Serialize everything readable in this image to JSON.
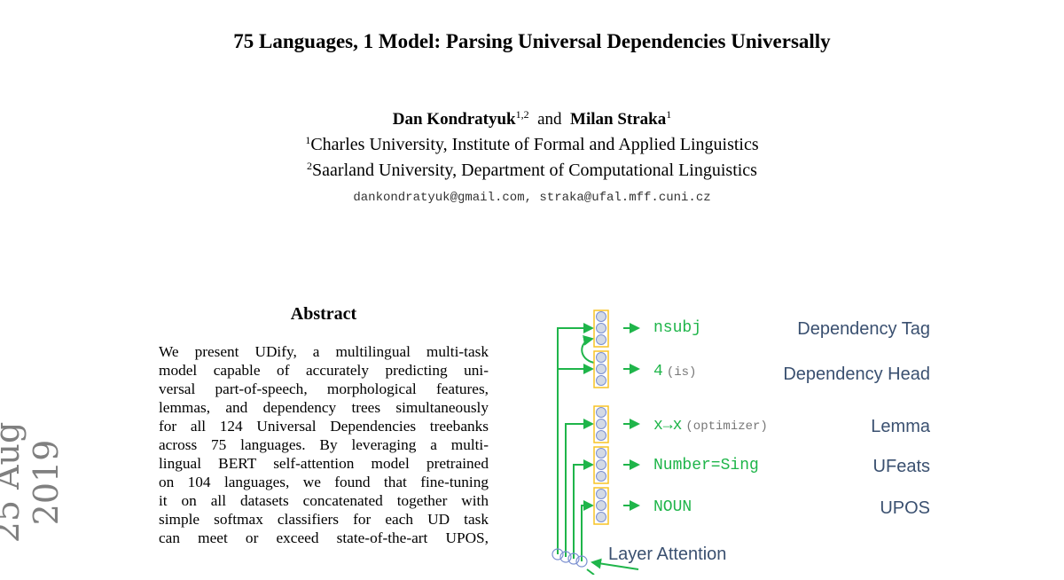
{
  "paper": {
    "title": "75 Languages, 1 Model: Parsing Universal Dependencies Universally",
    "authors": [
      {
        "name": "Dan Kondratyuk",
        "affil": "1,2"
      },
      {
        "name": "Milan Straka",
        "affil": "1"
      }
    ],
    "author_sep": "and",
    "affiliations": [
      {
        "num": "1",
        "text": "Charles University, Institute of Formal and Applied Linguistics"
      },
      {
        "num": "2",
        "text": "Saarland University, Department of Computational Linguistics"
      }
    ],
    "emails": "dankondratyuk@gmail.com, straka@ufal.mff.cuni.cz",
    "arxiv_stamp": "25 Aug 2019",
    "abstract_heading": "Abstract",
    "abstract_lines": [
      "We present UDify, a multilingual multi-task",
      "model capable of accurately predicting uni-",
      "versal part-of-speech, morphological features,",
      "lemmas, and dependency trees simultaneously",
      "for all 124 Universal Dependencies treebanks",
      "across 75 languages.  By leveraging a multi-",
      "lingual BERT self-attention model pretrained",
      "on 104 languages, we found that fine-tuning",
      "it on all datasets concatenated together with",
      "simple softmax classifiers for each UD task",
      "can meet or exceed state-of-the-art UPOS,"
    ]
  },
  "figure": {
    "rows": [
      {
        "output": "nsubj",
        "note": "",
        "label": "Dependency Tag"
      },
      {
        "output": "4",
        "note": "(is)",
        "label": "Dependency Head"
      },
      {
        "output": "x→x",
        "note": "(optimizer)",
        "label": "Lemma"
      },
      {
        "output": "Number=Sing",
        "note": "",
        "label": "UFeats"
      },
      {
        "output": "NOUN",
        "note": "",
        "label": "UPOS"
      }
    ],
    "layer_attention": "Layer Attention",
    "colors": {
      "arrow": "#1fb54a",
      "box": "#f7c325",
      "node": "#d3dae6",
      "label": "#3a5070"
    }
  }
}
